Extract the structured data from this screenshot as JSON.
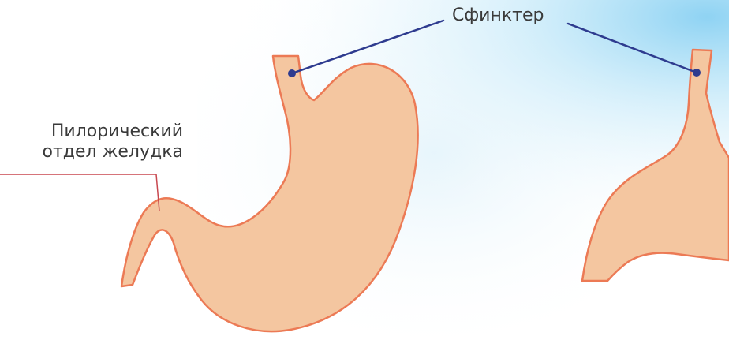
{
  "labels": {
    "sphincter": "Сфинктер",
    "pyloric_line1": "Пилорический",
    "pyloric_line2": "отдел желудка"
  },
  "colors": {
    "stomach_fill": "#f4c6a0",
    "stomach_outline": "#ec7a55",
    "sphincter_line": "#2e3b8f",
    "pyloric_line": "#c8474f",
    "background_glow": "#a8dcf5"
  }
}
